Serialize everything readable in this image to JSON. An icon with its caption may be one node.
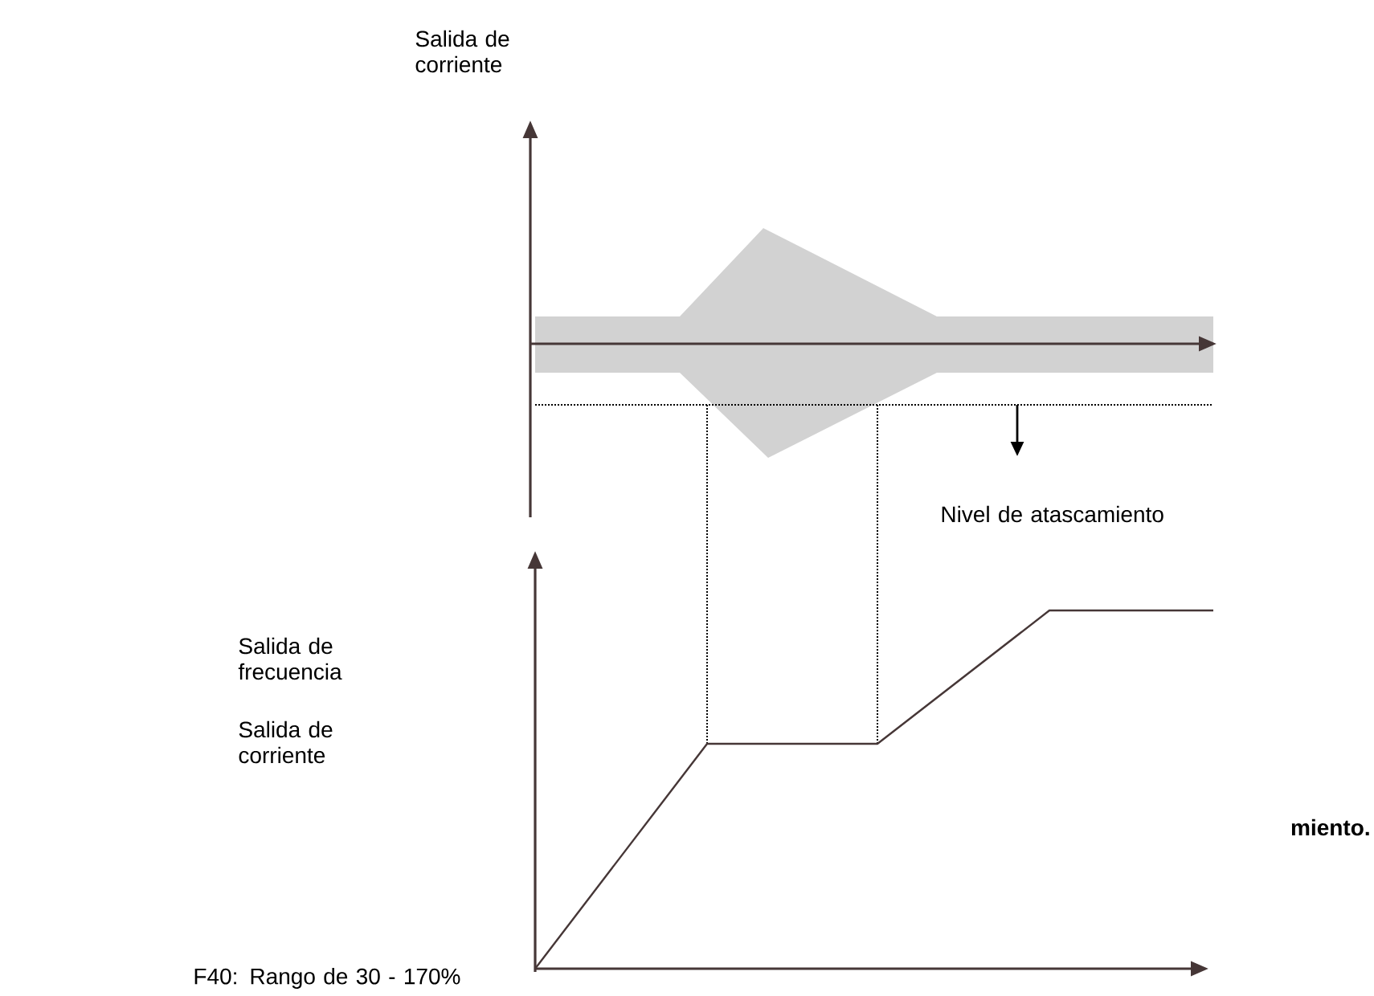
{
  "diagram": {
    "labels": [
      "Salida de corriente",
      "Nivel de atascamiento",
      "Salida de frecuencia",
      "Salida de corriente",
      "miento.",
      "F40: Rango de 30 - 170%"
    ]
  }
}
